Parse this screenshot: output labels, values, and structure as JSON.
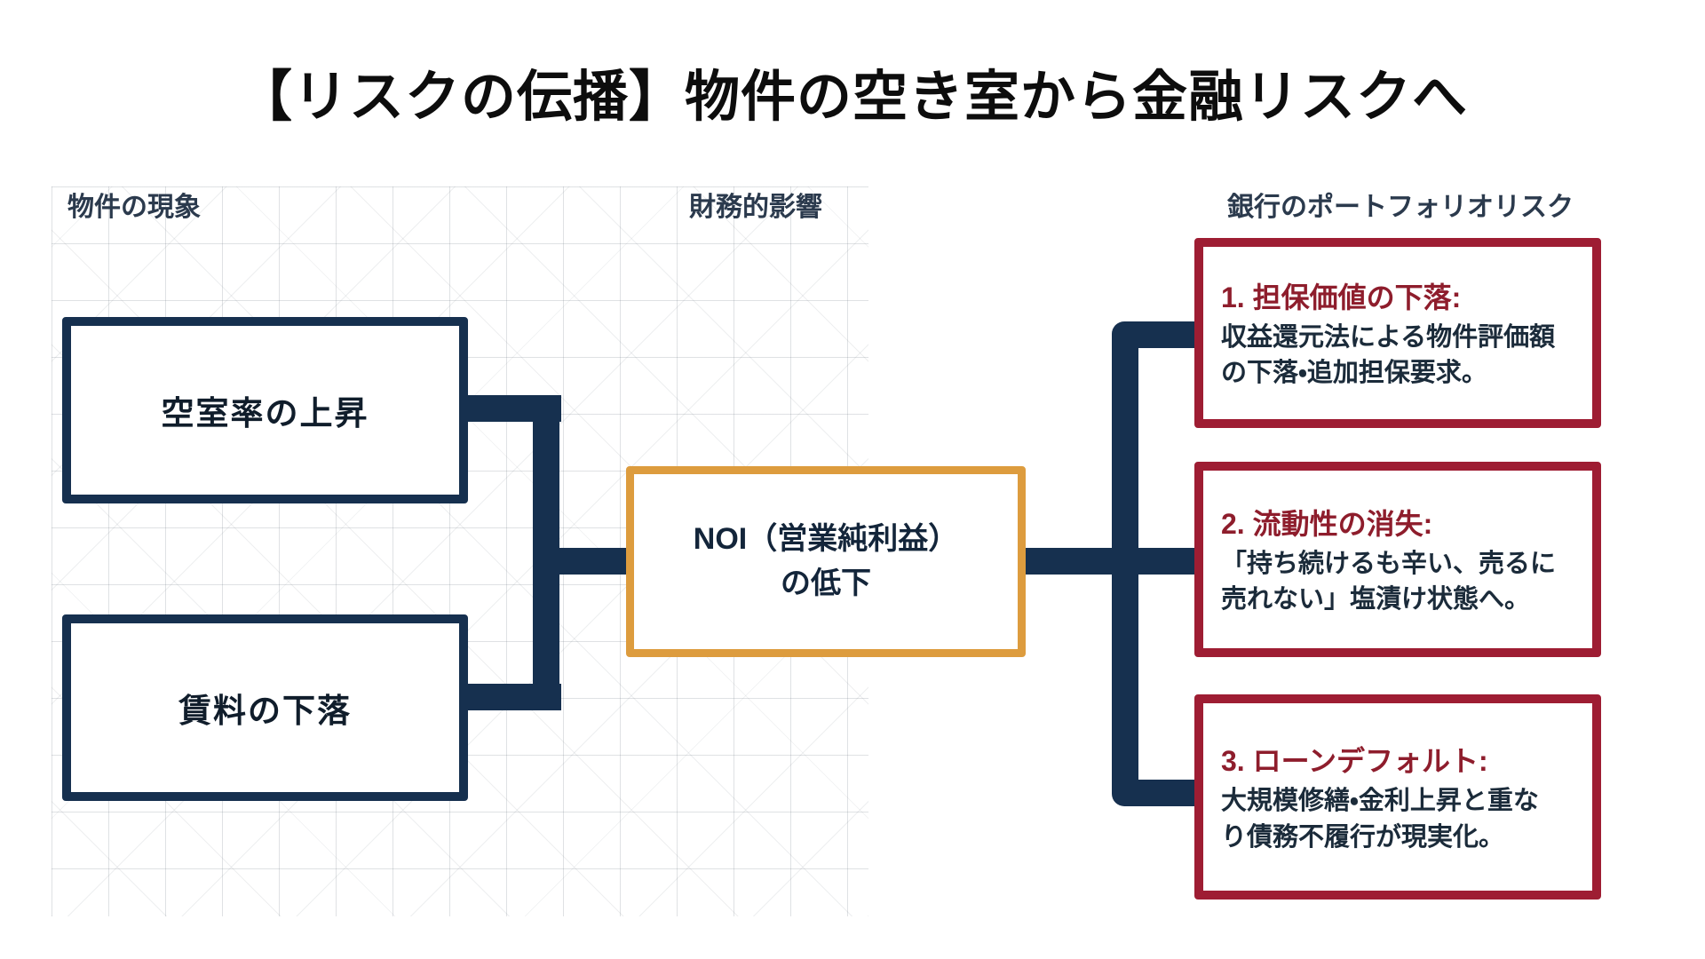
{
  "title": "【リスクの伝播】物件の空き室から金融リスクへ",
  "columns": {
    "left": "物件の現象",
    "middle": "財務的影響",
    "right": "銀行のポートフォリオリスク"
  },
  "boxes": {
    "left": [
      {
        "label": "空室率の上昇"
      },
      {
        "label": "賃料の下落"
      }
    ],
    "middle": {
      "label": "NOI（営業純利益）\nの低下"
    },
    "right": [
      {
        "title": "1. 担保価値の下落:",
        "body": "収益還元法による物件評価額\nの下落・追加担保要求。"
      },
      {
        "title": "2. 流動性の消失:",
        "body": "「持ち続けるも辛い、売るに\n売れない」塩漬け状態へ。"
      },
      {
        "title": "3. ローンデフォルト:",
        "body": "大規模修繕・金利上昇と重な\nり債務不履行が現実化。"
      }
    ]
  },
  "colors": {
    "navy": "#16304f",
    "crimson": "#9e1d33",
    "crimson_text": "#8e1d2c",
    "gold": "#dd9c3e",
    "body_text": "#1b2b3a",
    "header_text": "#2b3a4d"
  }
}
